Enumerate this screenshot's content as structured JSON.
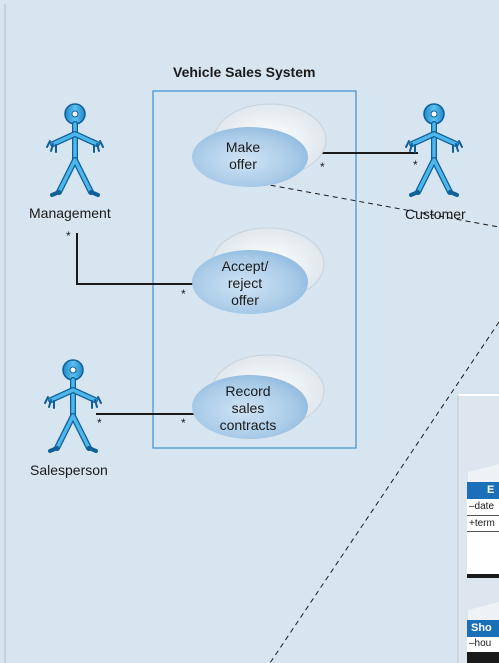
{
  "diagram": {
    "title": "Vehicle Sales System",
    "actors": [
      {
        "label": "Management"
      },
      {
        "label": "Customer"
      },
      {
        "label": "Salesperson"
      }
    ],
    "use_cases": [
      {
        "label": "Make offer"
      },
      {
        "label": "Accept/ reject offer"
      },
      {
        "label": "Record sales contracts"
      }
    ],
    "multiplicity": "*",
    "classes": [
      {
        "header": "E",
        "rows": [
          "–date",
          "+term"
        ]
      },
      {
        "header": "Sho",
        "rows": [
          "–hou"
        ]
      }
    ],
    "colors": {
      "background": "#d7e5f0",
      "use_case_fill": "#a9cbe8",
      "actor": "#29a1df",
      "class_header": "#1b6fb8",
      "system_border": "#3c8fcf"
    }
  }
}
